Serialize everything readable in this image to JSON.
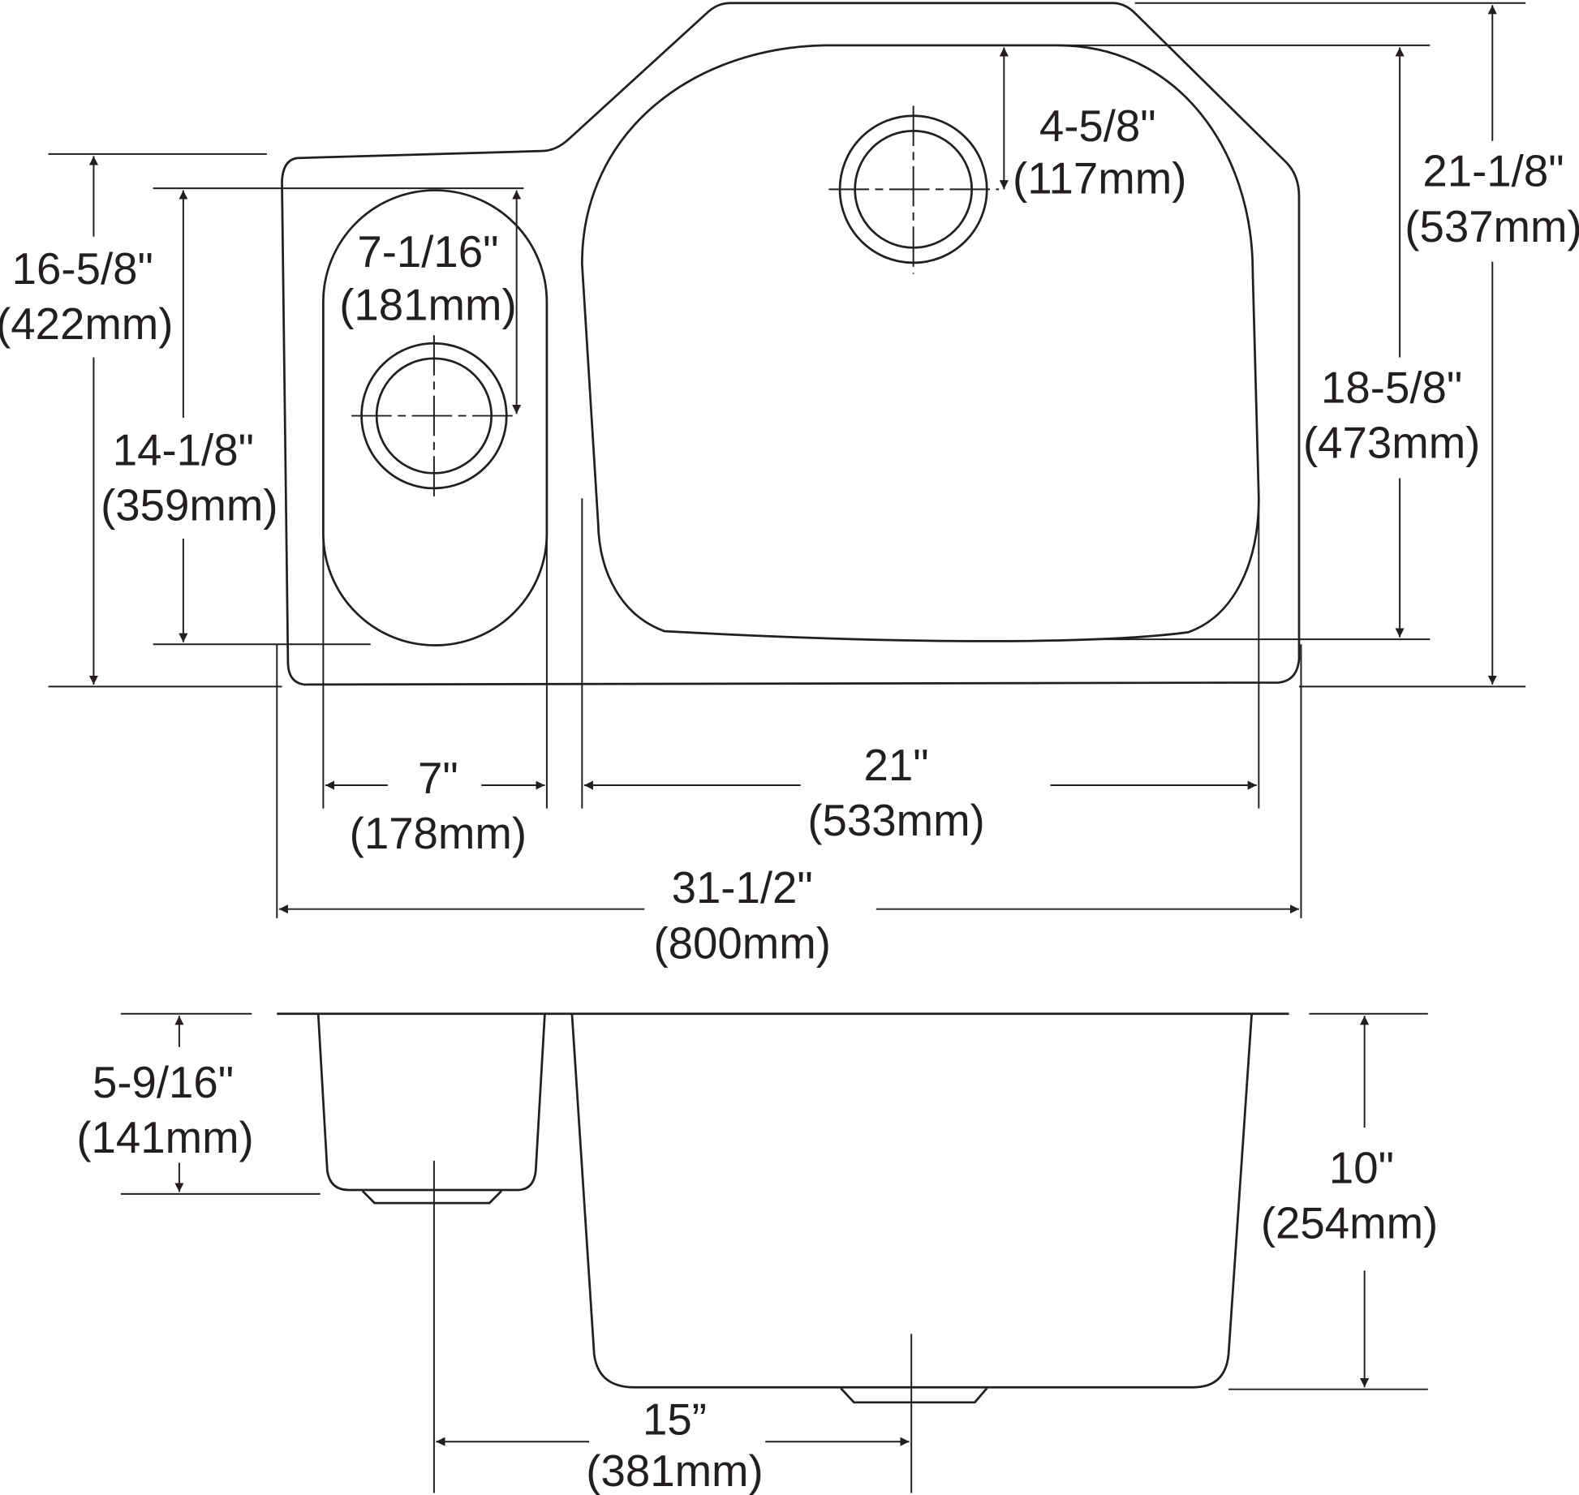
{
  "drawing": {
    "top_view": {
      "overall_depth": {
        "inch": "21-1/8\"",
        "mm": "(537mm)"
      },
      "large_bowl_depth": {
        "inch": "18-5/8\"",
        "mm": "(473mm)"
      },
      "large_drain_offset": {
        "inch": "4-5/8\"",
        "mm": "(117mm)"
      },
      "small_section_depth": {
        "inch": "16-5/8\"",
        "mm": "(422mm)"
      },
      "small_bowl_depth": {
        "inch": "14-1/8\"",
        "mm": "(359mm)"
      },
      "small_drain_offset": {
        "inch": "7-1/16\"",
        "mm": "(181mm)"
      },
      "small_bowl_width": {
        "inch": "7\"",
        "mm": "(178mm)"
      },
      "large_bowl_width": {
        "inch": "21\"",
        "mm": "(533mm)"
      },
      "overall_width": {
        "inch": "31-1/2\"",
        "mm": "(800mm)"
      }
    },
    "side_view": {
      "small_bowl_height": {
        "inch": "5-9/16\"",
        "mm": "(141mm)"
      },
      "large_bowl_height": {
        "inch": "10\"",
        "mm": "(254mm)"
      },
      "drain_spacing": {
        "inch": "15”",
        "mm": "(381mm)"
      }
    },
    "line_color": "#231f20"
  }
}
